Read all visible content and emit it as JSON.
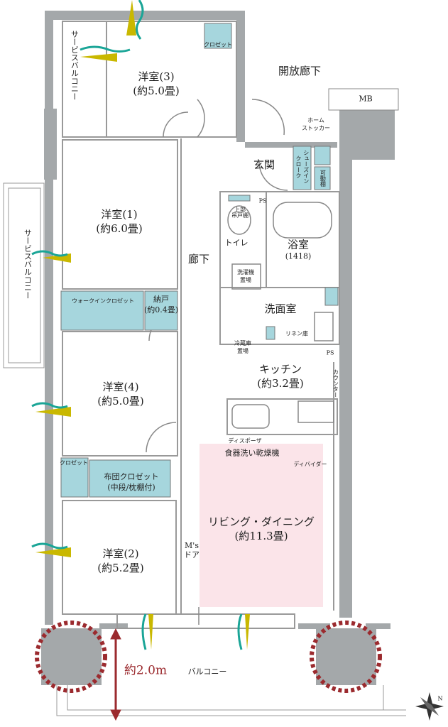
{
  "rooms": {
    "western3": {
      "name": "洋室(3)",
      "size": "(約5.0畳)"
    },
    "western1": {
      "name": "洋室(1)",
      "size": "(約6.0畳)"
    },
    "western4": {
      "name": "洋室(4)",
      "size": "(約5.0畳)"
    },
    "western2": {
      "name": "洋室(2)",
      "size": "(約5.2畳)"
    },
    "kitchen": {
      "name": "キッチン",
      "size": "(約3.2畳)"
    },
    "living": {
      "name": "リビング・ダイニング",
      "size": "(約11.3畳)"
    },
    "bath": {
      "name": "浴室",
      "size": "(1418)"
    },
    "washroom": "洗面室",
    "toilet": "トイレ",
    "entrance": "玄関",
    "hallway": "廊下",
    "storage": {
      "name": "納戸",
      "size": "(約0.4畳)"
    }
  },
  "labels": {
    "open_corridor": "開放廊下",
    "mb": "MB",
    "home_stocker": "ホーム\nストッカー",
    "shoes_cloak": "シューズイン\nクローク",
    "movable_shelf": "可動棚",
    "ps1": "PS",
    "ps2": "PS",
    "upper_cabinet": "上部\n吊戸棚",
    "washer": "洗濯機\n置場",
    "linen": "リネン庫",
    "fridge": "冷蔵庫\n置場",
    "counter": "カウンター",
    "disposer": "ディスポーザ",
    "dishwasher": "食器洗い乾燥機",
    "divider": "ディバイダー",
    "walk_in_closet": "ウォークインクロゼット",
    "closet_top": "クロゼット",
    "closet_left": "クロゼット",
    "futon_closet": "布団クロゼット",
    "futon_closet_note": "(中段/枕棚付)",
    "ms_door": "M's\nドア",
    "service_balcony_top": "サービスバルコニー",
    "service_balcony_left": "サービスバルコニー",
    "balcony": "バルコニー",
    "balcony_depth": "約2.0m",
    "compass": "N"
  },
  "colors": {
    "wall": "#a4a8aa",
    "closet": "#a6d6dd",
    "living": "#fbe4e9",
    "pillar_outline": "#9b2a2e",
    "wind_teal": "#1aa597",
    "wind_yellow": "#c9b800"
  }
}
